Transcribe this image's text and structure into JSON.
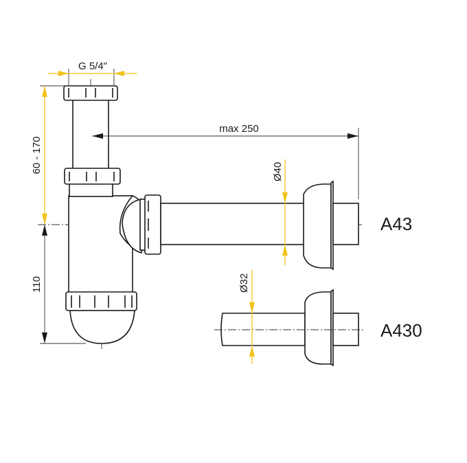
{
  "dimensions": {
    "thread": "G 5/4\"",
    "height_range": "60 - 170",
    "height_lower": "110",
    "max_length": "max 250",
    "diameter_a43": "Ø40",
    "diameter_a430": "Ø32"
  },
  "variants": {
    "a43": "A43",
    "a430": "A430"
  },
  "colors": {
    "dimension_accent": "#f2c21b",
    "line": "#1a1a1a"
  }
}
